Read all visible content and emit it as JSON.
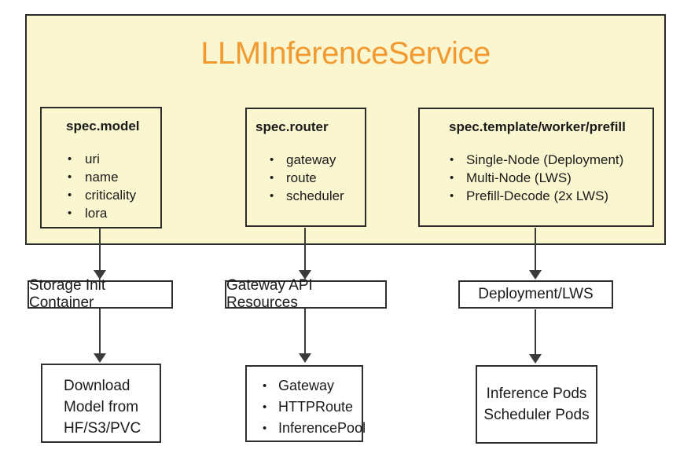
{
  "diagram": {
    "title": "LLMInferenceService",
    "spec_boxes": [
      {
        "title": "spec.model",
        "items": [
          "uri",
          "name",
          "criticality",
          "lora"
        ]
      },
      {
        "title": "spec.router",
        "items": [
          "gateway",
          "route",
          "scheduler"
        ]
      },
      {
        "title": "spec.template/worker/prefill",
        "items": [
          "Single-Node (Deployment)",
          "Multi-Node (LWS)",
          "Prefill-Decode (2x LWS)"
        ]
      }
    ],
    "mid_boxes": [
      {
        "label": "Storage Init Container"
      },
      {
        "label": "Gateway API Resources"
      },
      {
        "label": "Deployment/LWS"
      }
    ],
    "bottom_boxes": [
      {
        "lines": [
          "Download",
          "Model from",
          "HF/S3/PVC"
        ]
      },
      {
        "items": [
          "Gateway",
          "HTTPRoute",
          "InferencePool"
        ]
      },
      {
        "lines": [
          "Inference Pods",
          "Scheduler Pods"
        ]
      }
    ],
    "edges": [
      {
        "from": "spec.model",
        "to": "Storage Init Container"
      },
      {
        "from": "spec.router",
        "to": "Gateway API Resources"
      },
      {
        "from": "spec.template/worker/prefill",
        "to": "Deployment/LWS"
      },
      {
        "from": "Storage Init Container",
        "to": "Download Model from HF/S3/PVC"
      },
      {
        "from": "Gateway API Resources",
        "to": "Gateway / HTTPRoute / InferencePool"
      },
      {
        "from": "Deployment/LWS",
        "to": "Inference Pods / Scheduler Pods"
      }
    ],
    "colors": {
      "container_fill": "#FAF7D0",
      "title_orange": "#F19A31",
      "border": "#2B2B2B",
      "arrow": "#3A3A3A",
      "text": "#1A1A1A"
    }
  }
}
